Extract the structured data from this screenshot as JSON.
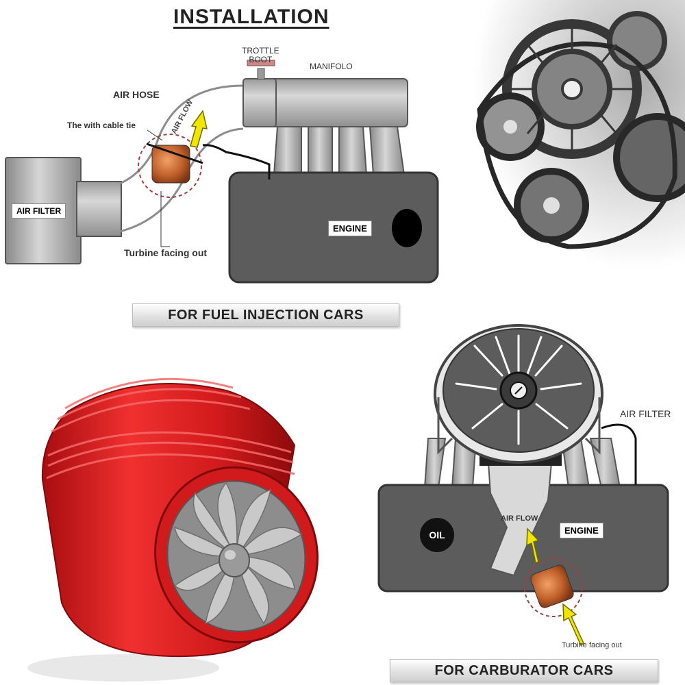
{
  "title": "INSTALLATION",
  "fuel_injection": {
    "trottle_boot": [
      "TROTTLE",
      "BOOT"
    ],
    "manifold": "MANIFOLO",
    "air_hose": "AIR HOSE",
    "air_flow": "AIR FLOW",
    "cable_tie": "The with cable tie",
    "air_filter": "AIR FILTER",
    "engine": "ENGINE",
    "turbine": "Turbine facing out",
    "banner": "FOR FUEL INJECTION CARS"
  },
  "carburator": {
    "air_filter": "AIR FILTER",
    "oil": "OIL",
    "air_flow": "AIR FLOW",
    "engine": "ENGINE",
    "turbine": "Turbine facing out",
    "banner": "FOR CARBURATOR CARS"
  },
  "colors": {
    "engine_gray": "#5c5c5c",
    "pipe_gray": "#b5b5b5",
    "turbo_red": "#d9151b",
    "arrow_yellow": "#f2e600",
    "turbine_orange": "#c0602a"
  }
}
